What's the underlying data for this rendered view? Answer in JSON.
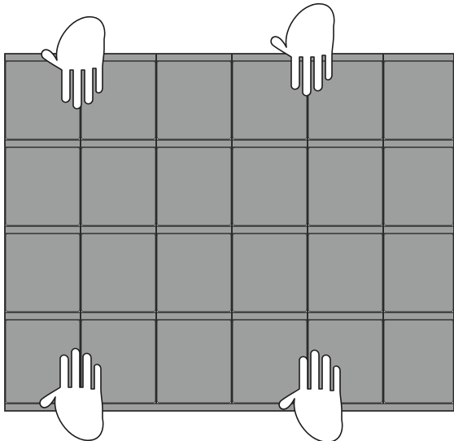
{
  "diagram": {
    "grid": {
      "rows": 4,
      "columns": 6,
      "tile_color": "#9d9f9e",
      "line_color": "#2b2b2b"
    },
    "hands": [
      {
        "id": "top-left",
        "orientation": "fingers-down"
      },
      {
        "id": "top-right",
        "orientation": "fingers-down"
      },
      {
        "id": "bottom-left",
        "orientation": "fingers-up"
      },
      {
        "id": "bottom-right",
        "orientation": "fingers-up"
      }
    ],
    "hand_fill": "#ffffff",
    "hand_outline": "#1c1c1c"
  }
}
